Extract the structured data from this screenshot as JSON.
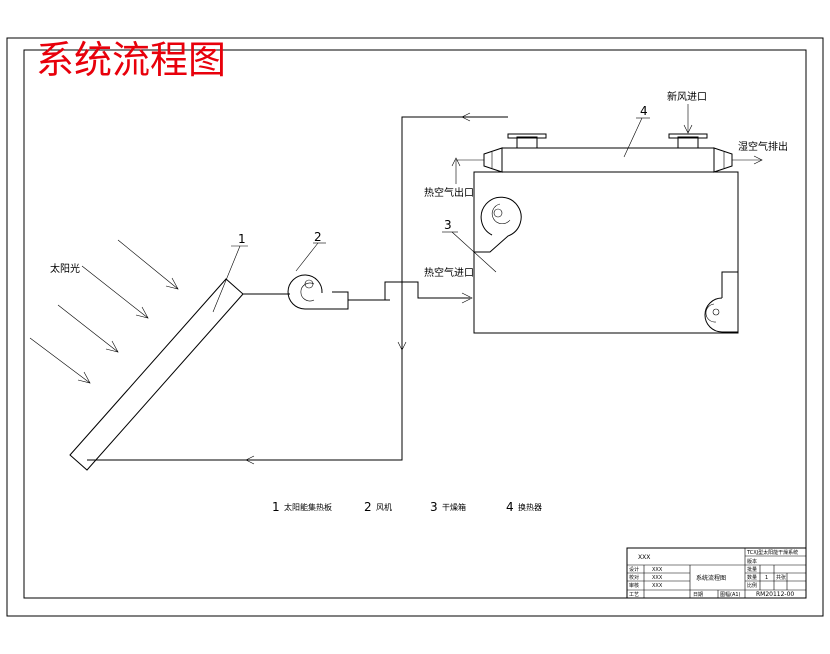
{
  "title": "系统流程图",
  "labels": {
    "sunlight": "太阳光",
    "fresh_air_inlet": "新风进口",
    "humid_air_exhaust": "湿空气排出",
    "hot_air_outlet": "热空气出口",
    "hot_air_inlet": "热空气进口"
  },
  "component_numbers": {
    "collector": "1",
    "fan": "2",
    "dryer": "3",
    "exchanger": "4"
  },
  "legend": [
    {
      "num": "1",
      "text": "太阳能集热板"
    },
    {
      "num": "2",
      "text": "风机"
    },
    {
      "num": "3",
      "text": "干燥箱"
    },
    {
      "num": "4",
      "text": "换热器"
    }
  ],
  "title_block": {
    "company": "XXX",
    "project": "TCXJ型太阳能干燥系统",
    "drawing_name": "系统流程图",
    "drawing_no": "RM20112-00",
    "scale": "1",
    "rows": [
      "设计",
      "校对",
      "审核",
      "工艺"
    ],
    "sign_marks": [
      "XXX",
      "XXX",
      "XXX"
    ],
    "scale_label": "比例",
    "qty_label": "数量",
    "sheet_label": "共张",
    "version_label": "版本",
    "batch_label": "批量",
    "date_label": "日期",
    "format_label": "图幅(A1)"
  }
}
